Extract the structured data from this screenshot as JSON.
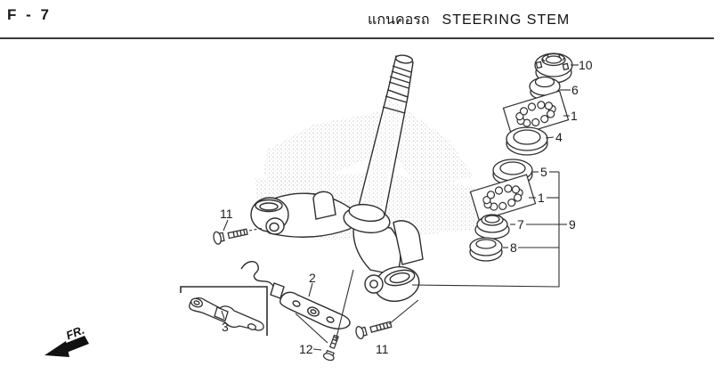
{
  "header": {
    "page_code": "F - 7",
    "title_thai": "แกนคอรถ",
    "title_en": "STEERING STEM"
  },
  "orientation": {
    "front_label": "FR."
  },
  "callouts": {
    "c10": "10",
    "c6": "6",
    "c1_upper": "1",
    "c4": "4",
    "c5": "5",
    "c1_lower": "1",
    "c7": "7",
    "c9": "9",
    "c8": "8",
    "c11_left": "11",
    "c2": "2",
    "c3": "3",
    "c12": "12",
    "c11_bottom": "11"
  },
  "diagram": {
    "line_color": "#2e2e2e",
    "background": "#ffffff",
    "parts_shown": [
      "1",
      "2",
      "3",
      "4",
      "5",
      "6",
      "7",
      "8",
      "9",
      "10",
      "11",
      "12"
    ]
  }
}
